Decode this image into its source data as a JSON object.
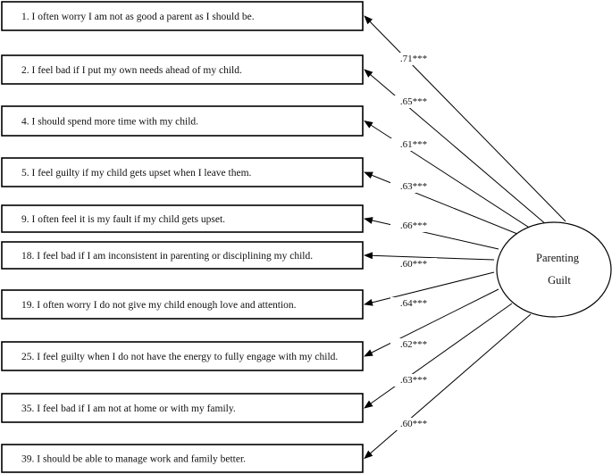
{
  "factor": {
    "line1": "Parenting",
    "line2": "Guilt"
  },
  "items": [
    {
      "label": "1. I often worry I am not as good a parent as I should be.",
      "loading": ".71***"
    },
    {
      "label": "2. I feel bad if I put my own needs ahead of my child.",
      "loading": ".65***"
    },
    {
      "label": "4. I should spend more time with my child.",
      "loading": ".61***"
    },
    {
      "label": "5. I feel guilty if my child gets upset when I leave them.",
      "loading": ".63***"
    },
    {
      "label": "9. I often feel it is my fault if my child gets upset.",
      "loading": ".66***"
    },
    {
      "label": "18. I feel bad if I am inconsistent in parenting or disciplining my child.",
      "loading": ".60***"
    },
    {
      "label": "19. I often worry I do not give my child enough love and attention.",
      "loading": ".64***"
    },
    {
      "label": "25. I feel guilty when I do not have the energy to fully engage with my child.",
      "loading": ".62***"
    },
    {
      "label": "35. I feel bad if I am not at home or with my family.",
      "loading": ".63***"
    },
    {
      "label": "39. I should be able to manage work and family better.",
      "loading": ".60***"
    }
  ]
}
